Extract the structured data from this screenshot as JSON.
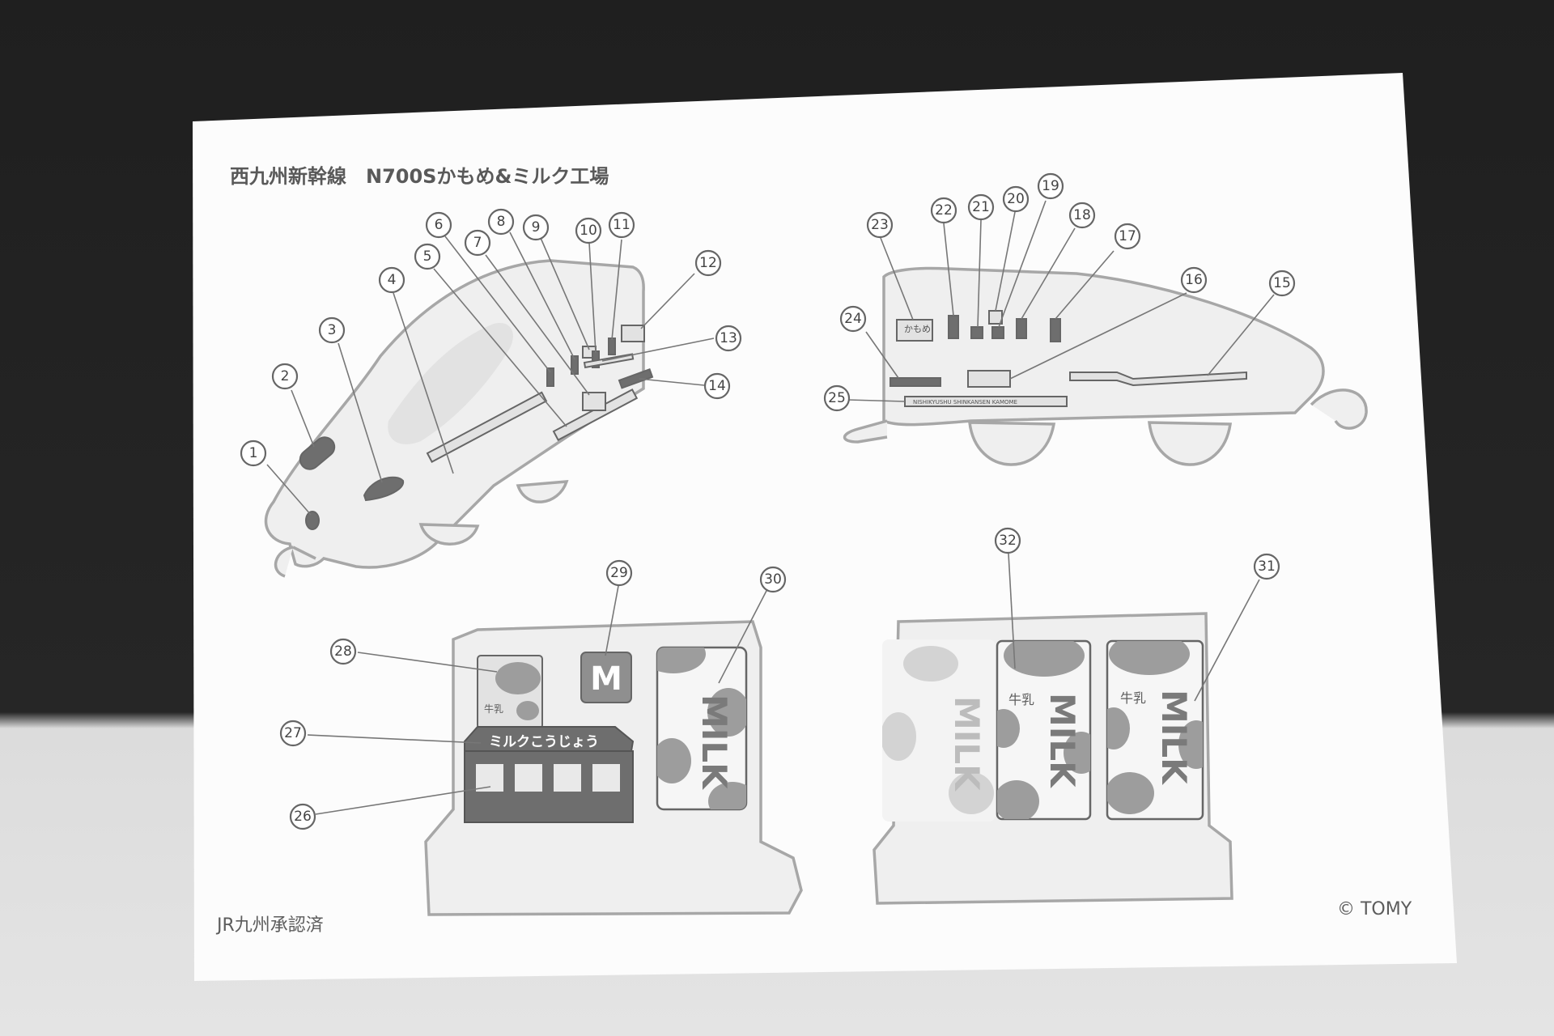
{
  "sheet": {
    "title": "西九州新幹線　N700Sかもめ&ミルク工場",
    "footer_left": "JR九州承認済",
    "footer_right": "© TOMY"
  },
  "figures": {
    "train_front": {
      "callouts": [
        "1",
        "2",
        "3",
        "4",
        "5",
        "6",
        "7",
        "8",
        "9",
        "10",
        "11",
        "12",
        "13",
        "14"
      ]
    },
    "train_rear": {
      "callouts": [
        "15",
        "16",
        "17",
        "18",
        "19",
        "20",
        "21",
        "22",
        "23",
        "24",
        "25"
      ],
      "name_plate": "かもめ",
      "side_strip": "NISHIKYUSHU SHINKANSEN KAMOME"
    },
    "factory_front": {
      "callouts": [
        "26",
        "27",
        "28",
        "29",
        "30"
      ],
      "sign": "ミルクこうじょう",
      "carton_label": "MILK",
      "carton_kanji": "牛乳",
      "logo": "M"
    },
    "factory_rear": {
      "callouts": [
        "31",
        "32"
      ],
      "carton_label": "MILK",
      "carton_kanji": "牛乳"
    }
  },
  "colors": {
    "paper": "#fcfcfc",
    "line_art": "#a7a7a7",
    "sticker_dark": "#6e6e6e",
    "background_top": "#232323",
    "background_bottom": "#e2e2e2"
  }
}
